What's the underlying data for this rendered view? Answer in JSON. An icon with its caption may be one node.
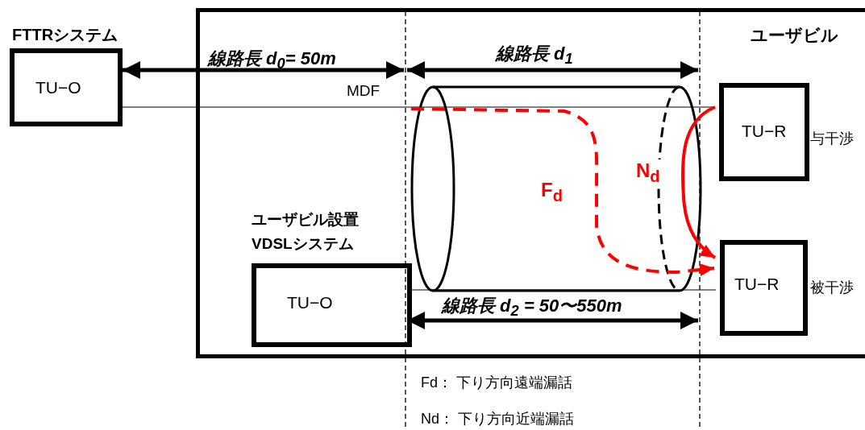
{
  "diagram": {
    "nodes": [
      {
        "text": [
          "ユーザビル"
        ]
      },
      {
        "text": [
          "FTTRシステム",
          "TU−O"
        ]
      },
      {
        "text": [
          "ユーザビル設置 VDSLシステム",
          "TU−O"
        ],
        "in": 0
      },
      {
        "text": [
          "TU−R"
        ],
        "beside": [
          "与干渉"
        ],
        "in": 0
      },
      {
        "text": [
          "TU−R"
        ],
        "beside": [
          "被干渉"
        ],
        "in": 0
      }
    ],
    "edges": [
      {
        "from": 1,
        "to": 3,
        "arrow": "none"
      },
      {
        "from": 2,
        "to": 4,
        "arrow": "none"
      },
      {
        "from": null,
        "to": 4,
        "arrow": "to",
        "label": "F$_{d}$",
        "style": "dashed",
        "color": "#ff0000"
      },
      {
        "from": 3,
        "to": 4,
        "arrow": "to",
        "label": "N$_{d}$",
        "style": "thick",
        "color": "#ff0000"
      }
    ],
    "labels": [
      "線路長 d$_{0}$= 50m",
      "線路長 d$_{1}$",
      "MDF",
      "線路長 d$_{2}$ = 50〜550m",
      "Fd： 下り方向遠端漏話",
      "Nd： 下り方向近端漏話"
    ]
  }
}
